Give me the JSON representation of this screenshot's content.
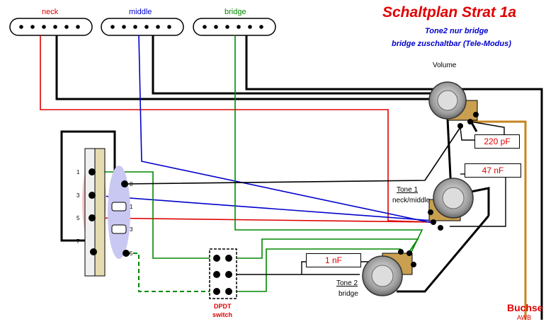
{
  "title": "Schaltplan Strat 1a",
  "subtitle1": "Tone2 nur bridge",
  "subtitle2": "bridge zuschaltbar (Tele-Modus)",
  "pickups": {
    "neck": "neck",
    "middle": "middle",
    "bridge": "bridge"
  },
  "pots": {
    "volume": "Volume",
    "tone1": "Tone 1",
    "tone1_sub": "neck/middle",
    "tone2": "Tone 2",
    "tone2_sub": "bridge"
  },
  "capacitors": {
    "c220": "220 pF",
    "c47": "47 nF",
    "c1": "1 nF"
  },
  "dpdt": {
    "line1": "DPDT",
    "line2": "switch"
  },
  "jack": {
    "label": "Buchse",
    "sub": "AWB"
  },
  "switch_terminals": {
    "left": [
      "1",
      "3",
      "5",
      "7"
    ],
    "right": [
      "8",
      "1",
      "3",
      "5"
    ]
  },
  "colors": {
    "title": "#e00000",
    "subtitle": "#0000cc",
    "neck_wire": "#e00000",
    "middle_wire": "#0000cc",
    "bridge_wire": "#008800",
    "ground_wire": "#000000",
    "output_wire": "#c88420"
  }
}
